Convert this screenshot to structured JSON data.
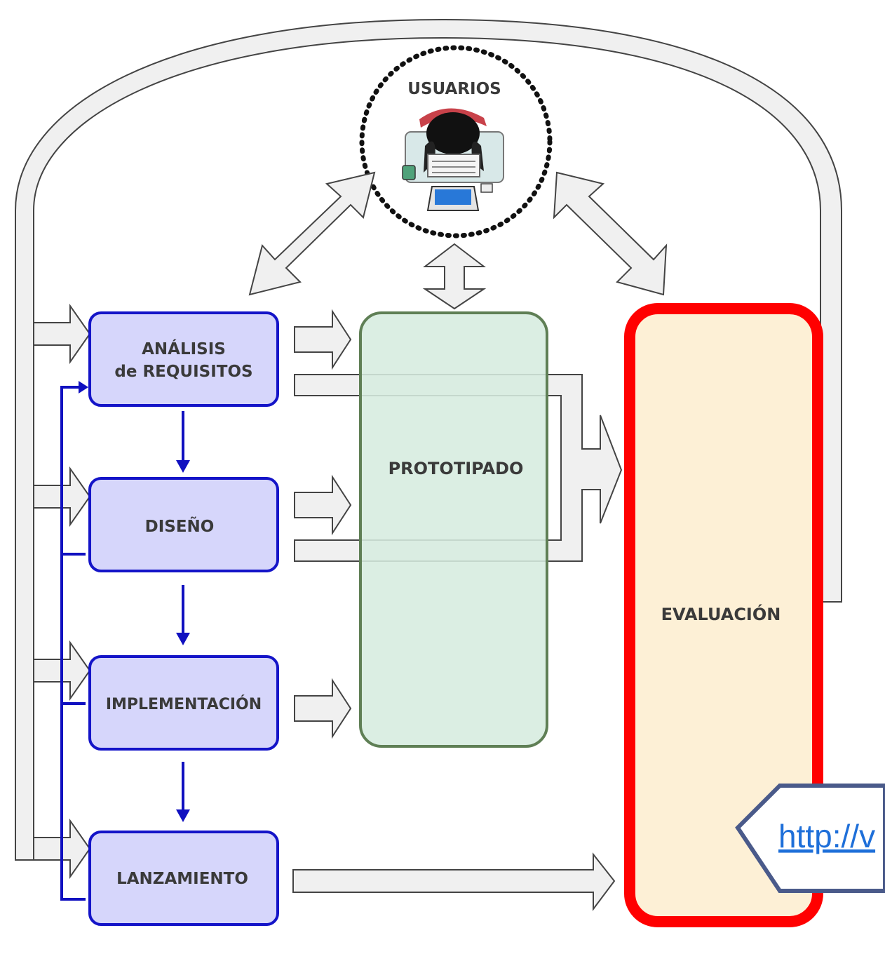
{
  "nodes": {
    "users": "USUARIOS",
    "analysis_line1": "ANÁLISIS",
    "analysis_line2": "de REQUISITOS",
    "design": "DISEÑO",
    "implementation": "IMPLEMENTACIÓN",
    "launch": "LANZAMIENTO",
    "prototyping": "PROTOTIPADO",
    "evaluation": "EVALUACIÓN"
  },
  "link": {
    "text": "http://v"
  },
  "colors": {
    "process_fill": "#d6d6fb",
    "process_border": "#1414c8",
    "prototype_fill": "#d6ecdf",
    "prototype_border": "#5f7f55",
    "evaluation_fill": "#fdf0d6",
    "evaluation_border": "#ff0000",
    "blue_connector": "#1010c0",
    "link_color": "#1e6fd9",
    "callout_border": "#4a5a8a"
  },
  "icons": {
    "users": "user-at-computer-icon"
  }
}
